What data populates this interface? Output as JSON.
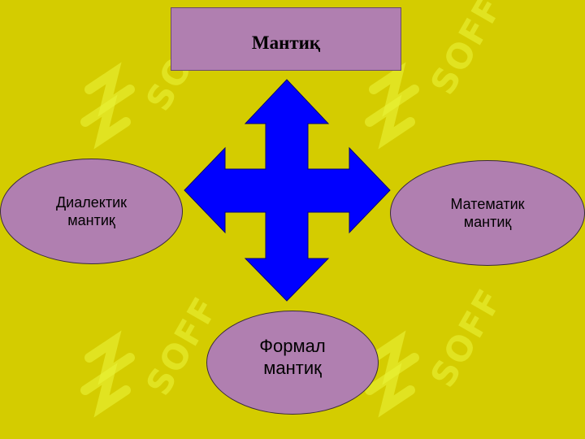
{
  "title": "Мантиқ",
  "nodes": {
    "left": {
      "line1": "Диалектик",
      "line2": "мантиқ"
    },
    "right": {
      "line1": "Математик",
      "line2": "мантиқ"
    },
    "bottom": {
      "line1": "Формал",
      "line2": "мантиқ"
    }
  },
  "colors": {
    "background": "#d4cc00",
    "box_fill": "#b07fb0",
    "arrow_fill": "#0000ff",
    "watermark": "#eef53c"
  },
  "watermark": "SOFF"
}
